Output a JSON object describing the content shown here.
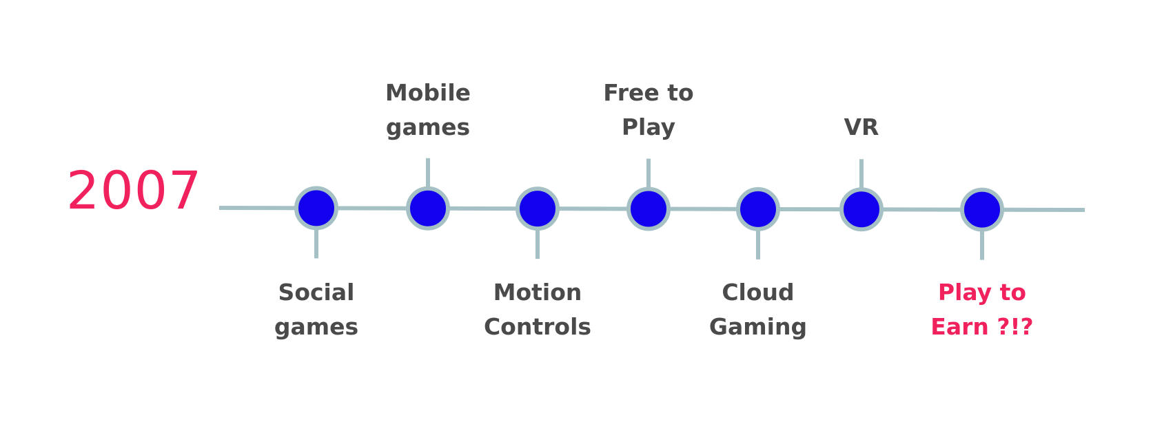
{
  "timeline": {
    "start_label": "2007",
    "colors": {
      "accent": "#f0215c",
      "line": "#a5c1c6",
      "node_fill": "#1300ee",
      "node_ring": "#a5c1c6",
      "label_text": "#4a4a4a"
    },
    "milestones": [
      {
        "lines": [
          "Social",
          "games"
        ],
        "side": "below",
        "highlight": false
      },
      {
        "lines": [
          "Mobile",
          "games"
        ],
        "side": "above",
        "highlight": false
      },
      {
        "lines": [
          "Motion",
          "Controls"
        ],
        "side": "below",
        "highlight": false
      },
      {
        "lines": [
          "Free to",
          "Play"
        ],
        "side": "above",
        "highlight": false
      },
      {
        "lines": [
          "Cloud",
          "Gaming"
        ],
        "side": "below",
        "highlight": false
      },
      {
        "lines": [
          "VR"
        ],
        "side": "above",
        "highlight": false
      },
      {
        "lines": [
          "Play to",
          "Earn ?!?"
        ],
        "side": "below",
        "highlight": true
      }
    ]
  }
}
